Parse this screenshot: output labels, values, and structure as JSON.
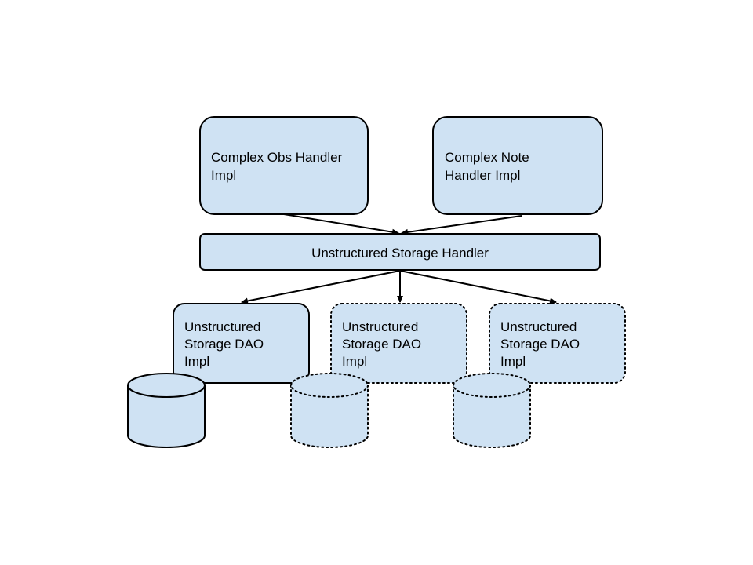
{
  "nodes": {
    "complex_obs_handler": {
      "line1": "Complex Obs Handler",
      "line2": "Impl"
    },
    "complex_note_handler": {
      "line1": "Complex Note",
      "line2": "Handler Impl"
    },
    "unstructured_storage_handler": {
      "label": "Unstructured Storage Handler"
    },
    "dao_1": {
      "line1": "Unstructured",
      "line2": "Storage DAO",
      "line3": "Impl"
    },
    "dao_2": {
      "line1": "Unstructured",
      "line2": "Storage DAO",
      "line3": "Impl"
    },
    "dao_3": {
      "line1": "Unstructured",
      "line2": "Storage DAO",
      "line3": "Impl"
    }
  },
  "colors": {
    "box_fill": "#cfe2f3",
    "stroke": "#000000"
  }
}
